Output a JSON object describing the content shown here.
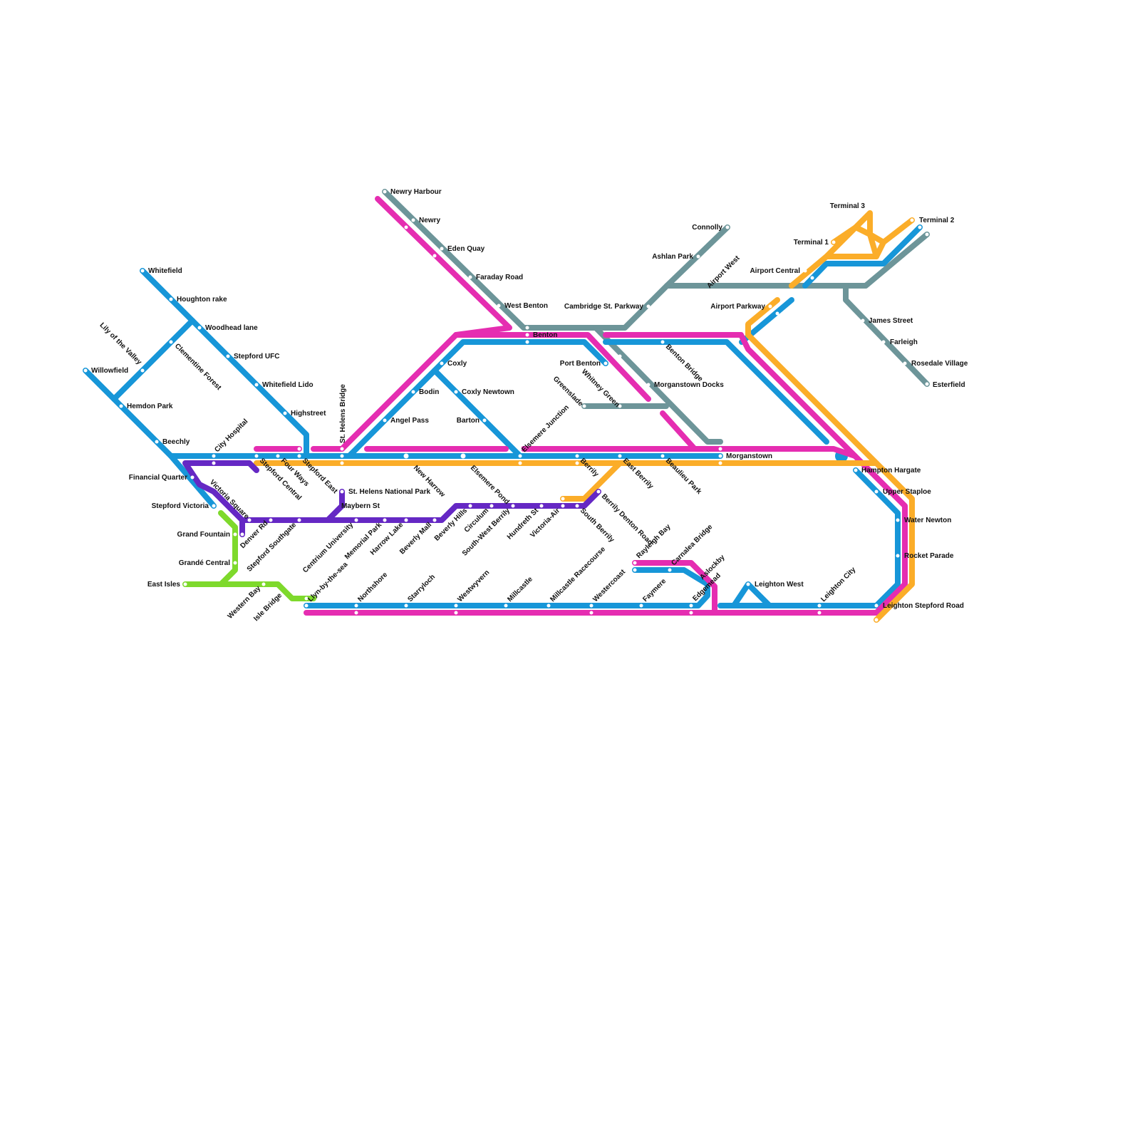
{
  "lines": [
    {
      "id": "blue",
      "color": "#1796d8"
    },
    {
      "id": "magenta",
      "color": "#e52db1"
    },
    {
      "id": "orange",
      "color": "#fbad29"
    },
    {
      "id": "grey",
      "color": "#6d9599"
    },
    {
      "id": "purple",
      "color": "#6528c4"
    },
    {
      "id": "green",
      "color": "#7ed92c"
    }
  ],
  "stations": {
    "whitefield": "Whitefield",
    "houghton_rake": "Houghton rake",
    "woodhead_lane": "Woodhead lane",
    "stepford_ufc": "Stepford UFC",
    "whitefield_lido": "Whitefield Lido",
    "highstreet": "Highstreet",
    "lily_of_the_valley": "Lily of the Valley",
    "clementine_forest": "Clementine Forest",
    "willowfield": "Willowfield",
    "hemdon_park": "Hemdon Park",
    "beechly": "Beechly",
    "city_hospital": "City Hospital",
    "financial_quarter": "Financial Quarter",
    "stepford_victoria": "Stepford Victoria",
    "victoria_square": "Victoria Square",
    "stepford_central": "Stepford Central",
    "four_ways": "Four Ways",
    "stepford_east": "Stepford East",
    "st_helens_bridge": "St. Helens Bridge",
    "st_helens_national_park": "St. Helens National Park",
    "maybern_st": "Maybern St",
    "grand_fountain": "Grand Fountain",
    "grande_central": "Grandé Central",
    "east_isles": "East Isles",
    "western_bay": "Western Bay",
    "isle_bridge": "Isle Bridge",
    "llyn_by_the_sea": "Llyn-by-the-sea",
    "denver_rd": "Denver Rd",
    "stepford_southgate": "Stepford Southgate",
    "centrium_university": "Centrium University",
    "memorial_park": "Memorial Park",
    "harrow_lake": "Harrow Lake",
    "beverly_mall": "Beverly Mall",
    "beverly_hills": "Beverly Hills",
    "circulum": "Circulum",
    "south_west_berrily": "South-West Berrily",
    "hundreth_st": "Hundreth St",
    "victoria_air": "Victoria-Air",
    "south_berrily": "South Berrily",
    "berrily_denton_road": "Berrily Denton Road",
    "new_harrow": "New Harrow",
    "elsemere_pond": "Elsemere Pond",
    "elsemere_junction": "Elsemere Junction",
    "berrily": "Berrily",
    "east_berrily": "East Berrily",
    "beaulieu_park": "Beaulieu Park",
    "morganstown": "Morganstown",
    "angel_pass": "Angel Pass",
    "bodin": "Bodin",
    "coxly": "Coxly",
    "coxly_newtown": "Coxly Newtown",
    "barton": "Barton",
    "newry_harbour": "Newry Harbour",
    "newry": "Newry",
    "eden_quay": "Eden Quay",
    "faraday_road": "Faraday Road",
    "west_benton": "West Benton",
    "benton": "Benton",
    "port_benton": "Port Benton",
    "whitney_green": "Whitney Green",
    "greenslade": "Greenslade",
    "benton_bridge": "Benton Bridge",
    "morganstown_docks": "Morganstown Docks",
    "cambridge_st_parkway": "Cambridge St. Parkway",
    "ashlan_park": "Ashlan Park",
    "connolly": "Connolly",
    "airport_west": "Airport West",
    "airport_parkway": "Airport Parkway",
    "airport_central": "Airport Central",
    "terminal_1": "Terminal 1",
    "terminal_2": "Terminal 2",
    "terminal_3": "Terminal 3",
    "james_street": "James Street",
    "farleigh": "Farleigh",
    "rosedale_village": "Rosedale Village",
    "esterfield": "Esterfield",
    "hampton_hargate": "Hampton Hargate",
    "upper_staploe": "Upper Staploe",
    "water_newton": "Water Newton",
    "rocket_parade": "Rocket Parade",
    "leighton_west": "Leighton West",
    "leighton_stepford_road": "Leighton Stepford Road",
    "leighton_city": "Leighton City",
    "northshore": "Northshore",
    "starryloch": "Starryloch",
    "westwyvern": "Westwyvern",
    "millcastle": "Millcastle",
    "millcastle_racecourse": "Millcastle Racecourse",
    "westercoast": "Westercoast",
    "faymere": "Faymere",
    "rayleigh_bay": "Rayleigh Bay",
    "carnalea_bridge": "Carnalea Bridge",
    "aslockby": "Aslockby",
    "edgemead": "Edgemead"
  }
}
